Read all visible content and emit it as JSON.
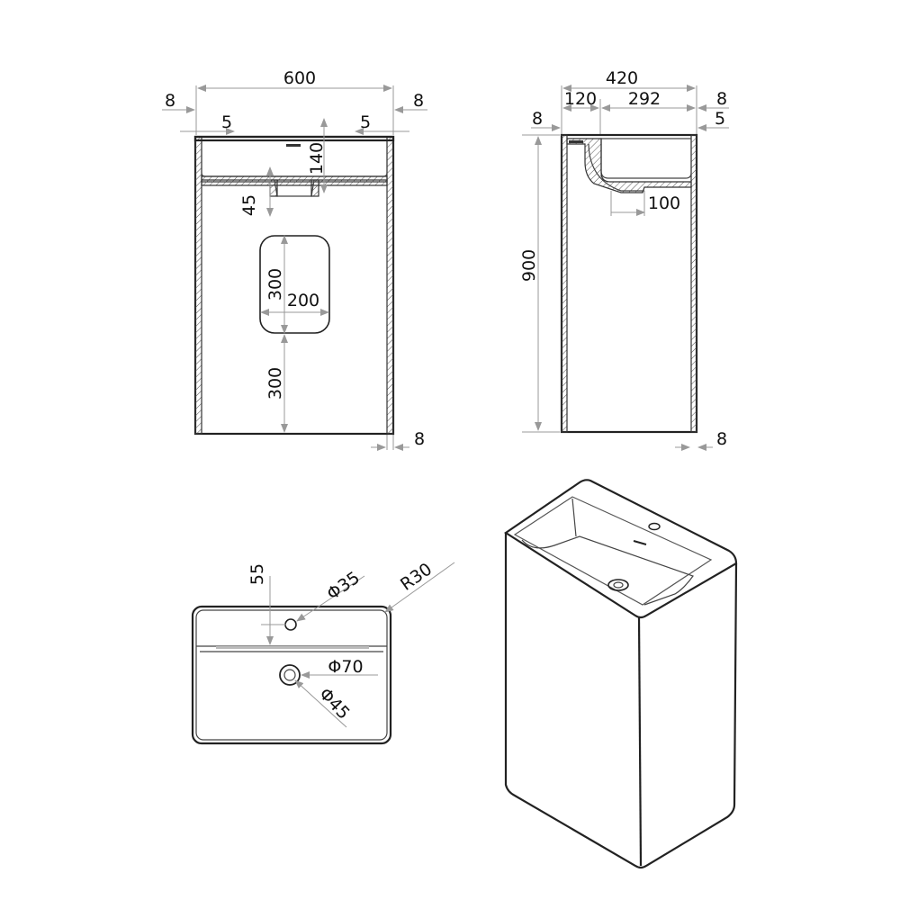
{
  "front_view": {
    "width": "600",
    "left_wall": "8",
    "right_wall": "8",
    "left_rim": "5",
    "right_rim": "5",
    "basin_depth": "140",
    "drain_height": "45",
    "opening_height": "300",
    "opening_width": "200",
    "opening_from_floor": "300",
    "bottom_wall": "8"
  },
  "side_view": {
    "depth": "420",
    "back_section": "120",
    "basin_section": "292",
    "left_wall": "8",
    "right_wall": "8",
    "back_rim": "8",
    "front_rim": "5",
    "height": "900",
    "drain_offset": "100",
    "bottom_wall": "8"
  },
  "top_view": {
    "tap_offset": "55",
    "tap_hole": "Φ35",
    "corner_radius": "R30",
    "drain_outer": "Φ70",
    "drain_inner": "Φ45"
  }
}
